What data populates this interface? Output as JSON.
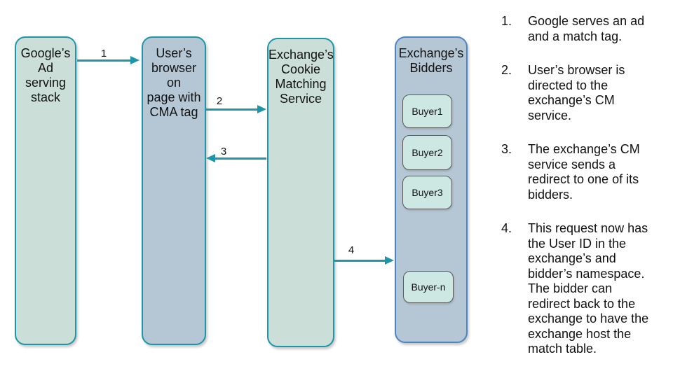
{
  "colors": {
    "teal_border": "#1d96a9",
    "blue_border": "#4a86c6",
    "green_fill": "#cbdfd8",
    "blue_fill": "#b5c6d5",
    "buyer_fill": "#cde7e2",
    "buyer_border": "#595959",
    "arrow": "#1d96a9",
    "text": "#111111",
    "background": "#ffffff"
  },
  "diagram": {
    "nodes": {
      "google": {
        "label": "Google’s\nAd serving\nstack"
      },
      "browser": {
        "label": "User’s\nbrowser on\npage with\nCMA tag"
      },
      "cm_service": {
        "label": "Exchange’s\nCookie\nMatching\nService"
      },
      "bidders": {
        "label": "Exchange’s\nBidders",
        "buyers": [
          {
            "label": "Buyer1"
          },
          {
            "label": "Buyer2"
          },
          {
            "label": "Buyer3"
          },
          {
            "label": "Buyer-n"
          }
        ]
      }
    },
    "arrows": [
      {
        "label": "1"
      },
      {
        "label": "2"
      },
      {
        "label": "3"
      },
      {
        "label": "4"
      }
    ]
  },
  "notes": {
    "items": [
      {
        "number": "1.",
        "text": "Google serves an ad\nand a match tag."
      },
      {
        "number": "2.",
        "text": "User’s browser is\ndirected to the\nexchange’s CM\nservice."
      },
      {
        "number": "3.",
        "text": "The exchange’s CM\nservice sends a\nredirect to one of its\nbidders."
      },
      {
        "number": "4.",
        "text": "This request now has\nthe User ID in the\nexchange’s and\nbidder’s namespace.\nThe bidder can\nredirect back to the\nexchange to have the\nexchange host the\nmatch table."
      }
    ]
  }
}
